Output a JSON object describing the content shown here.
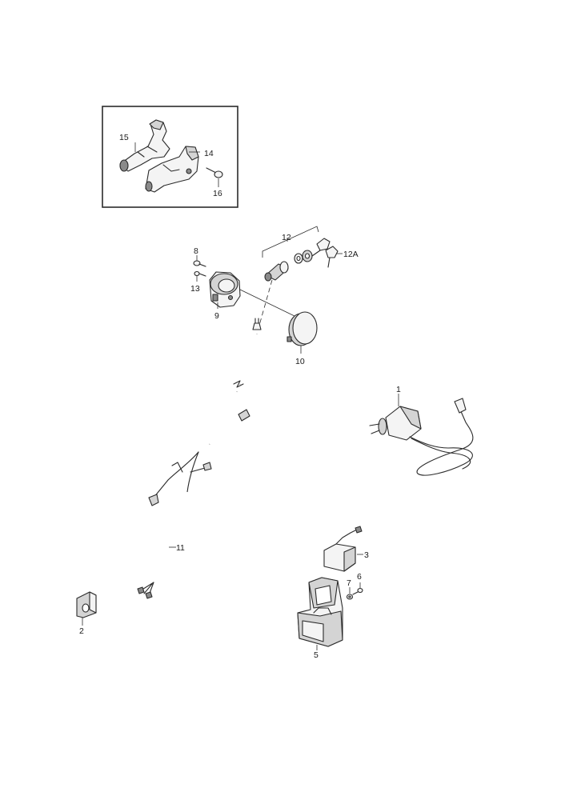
{
  "callouts": {
    "c1": "1",
    "c2": "2",
    "c3": "3",
    "c5": "5",
    "c6": "6",
    "c7": "7",
    "c8": "8",
    "c9": "9",
    "c10": "10",
    "c11": "11",
    "c12": "12",
    "c12a": "12A",
    "c13": "13",
    "c14": "14",
    "c15": "15",
    "c16": "16"
  }
}
